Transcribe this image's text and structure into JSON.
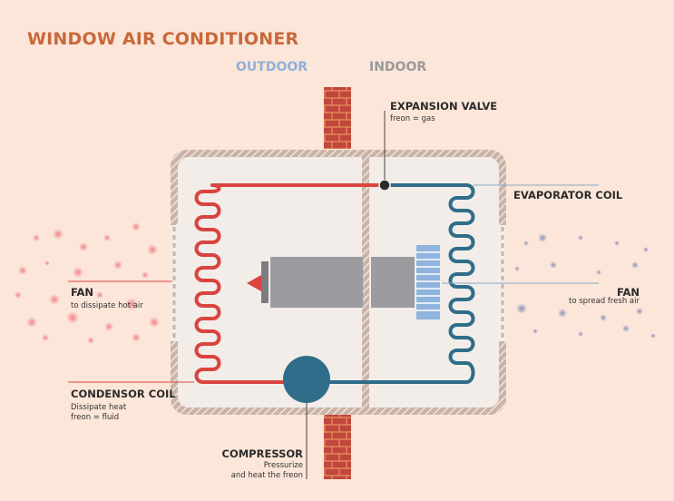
{
  "title": "WINDOW AIR CONDITIONER",
  "sides": {
    "outdoor": "OUTDOOR",
    "indoor": "INDOOR"
  },
  "labels": {
    "expansion_valve": {
      "name": "EXPANSION VALVE",
      "desc": "freon = gas"
    },
    "evaporator_coil": {
      "name": "EVAPORATOR COIL"
    },
    "fan_outdoor": {
      "name": "FAN",
      "desc": "to dissipate hot air"
    },
    "fan_indoor": {
      "name": "FAN",
      "desc": "to spread fresh air"
    },
    "condensor_coil": {
      "name": "CONDENSOR COIL",
      "desc_line1": "Dissipate heat",
      "desc_line2": "freon = fluid"
    },
    "compressor": {
      "name": "COMPRESSOR",
      "desc_line1": "Pressurize",
      "desc_line2": "and heat the freon"
    }
  },
  "colors": {
    "background": "#fbe6d9",
    "hot": "#d9443f",
    "cold": "#2f6d8a",
    "brick": "#c0473c",
    "casing": "#f2ede8",
    "motor": "#9c9ba0",
    "title": "#c8683a",
    "outdoor": "#8fb0d9",
    "indoor": "#9a9a9a"
  }
}
